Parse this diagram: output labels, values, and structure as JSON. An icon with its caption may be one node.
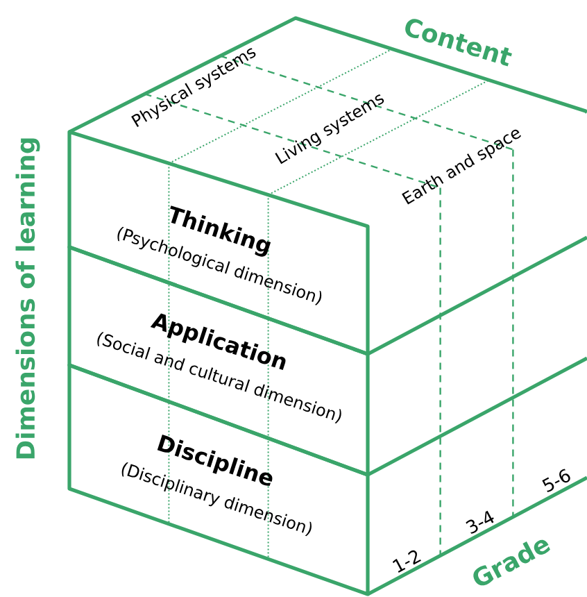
{
  "diagram": {
    "nodes": [
      {
        "text": [
          "Thinking",
          "(Psychological dimension)"
        ]
      },
      {
        "text": [
          "Application",
          "(Social and cultural dimension)"
        ]
      },
      {
        "text": [
          "Discipline",
          "(Disciplinary dimension)"
        ]
      }
    ],
    "labels": [
      "Content",
      "Physical systems",
      "Living systems",
      "Earth and space",
      "Dimensions of learning",
      "1-2",
      "3-4",
      "5-6",
      "Grade"
    ]
  }
}
